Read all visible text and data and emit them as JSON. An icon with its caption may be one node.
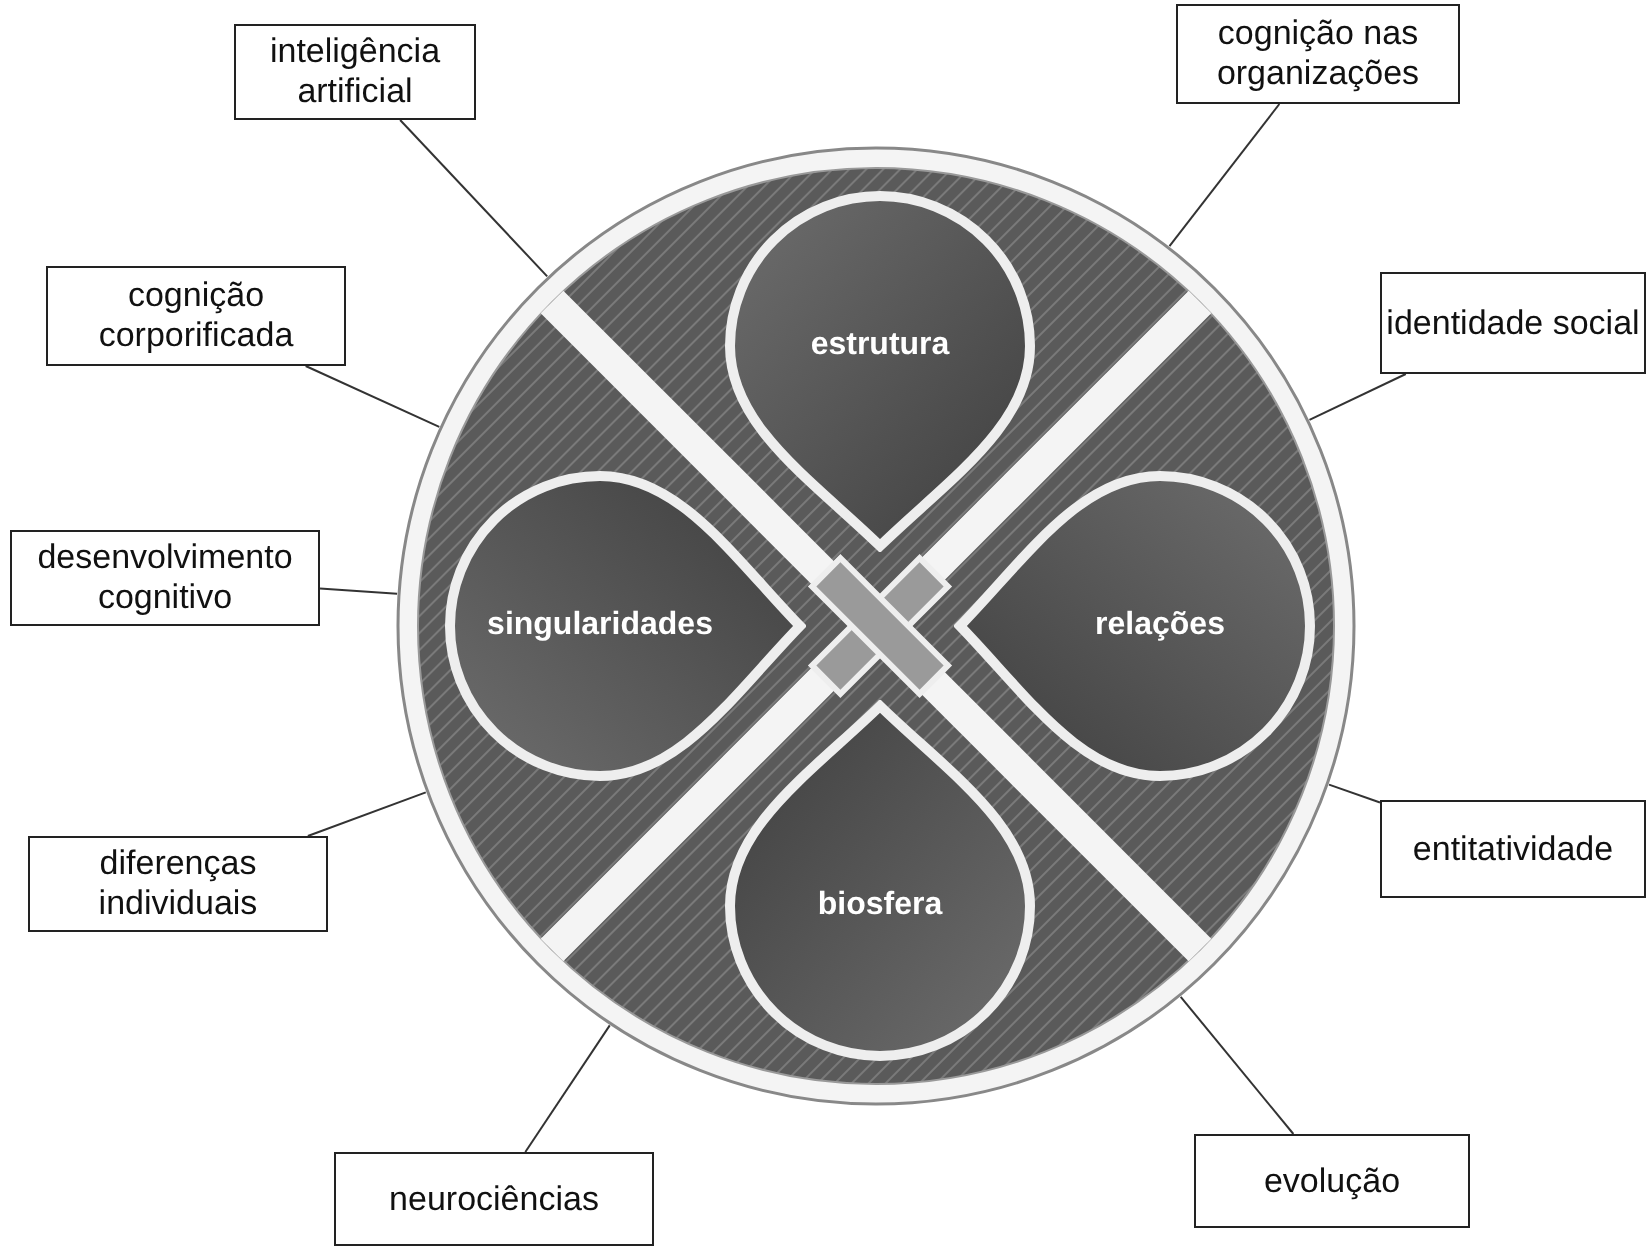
{
  "diagram": {
    "nodes": [
      {
        "text": [],
        "shape": "circle"
      },
      {
        "text": [
          "estrutura"
        ],
        "in": 0
      },
      {
        "text": [
          "singularidades"
        ],
        "in": 0
      },
      {
        "text": [
          "relações"
        ],
        "in": 0
      },
      {
        "text": [
          "biosfera"
        ],
        "in": 0
      },
      {
        "text": [
          "inteligência artificial"
        ]
      },
      {
        "text": [
          "cognição nas organizações"
        ]
      },
      {
        "text": [
          "cognição corporificada"
        ]
      },
      {
        "text": [
          "identidade social"
        ]
      },
      {
        "text": [
          "desenvolvimento cognitivo"
        ]
      },
      {
        "text": [
          "entitatividade"
        ]
      },
      {
        "text": [
          "diferenças individuais"
        ]
      },
      {
        "text": [
          "neurociências"
        ]
      },
      {
        "text": [
          "evolução"
        ]
      }
    ],
    "edges": [
      {
        "from": 5,
        "to": 0,
        "arrow": "none"
      },
      {
        "from": 6,
        "to": 0,
        "arrow": "none"
      },
      {
        "from": 7,
        "to": 0,
        "arrow": "none"
      },
      {
        "from": 8,
        "to": 0,
        "arrow": "none"
      },
      {
        "from": 9,
        "to": 0,
        "arrow": "none"
      },
      {
        "from": 10,
        "to": 0,
        "arrow": "none"
      },
      {
        "from": 11,
        "to": 0,
        "arrow": "none"
      },
      {
        "from": 12,
        "to": 0,
        "arrow": "none"
      },
      {
        "from": 13,
        "to": 0,
        "arrow": "none"
      }
    ]
  }
}
